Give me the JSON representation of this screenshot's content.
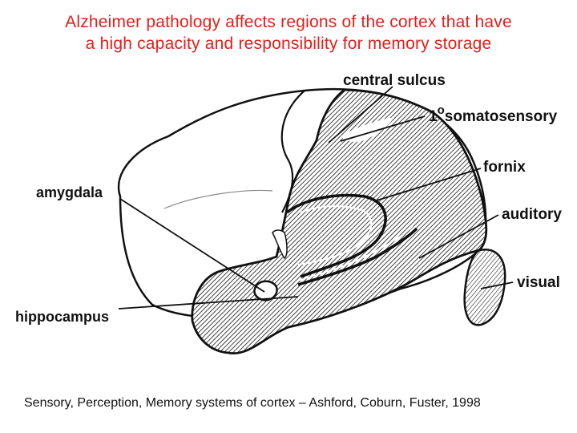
{
  "title": {
    "line1": "Alzheimer pathology affects regions of the cortex that have",
    "line2": "a high capacity and responsibility for memory storage"
  },
  "labels": {
    "central_sulcus": "central sulcus",
    "somatosensory_prefix": "1",
    "somatosensory_sup": "o",
    "somatosensory": "somatosensory",
    "fornix": "fornix",
    "auditory": "auditory",
    "visual": "visual",
    "amygdala": "amygdala",
    "hippocampus": "hippocampus"
  },
  "caption": "Sensory, Perception, Memory systems of cortex – Ashford, Coburn, Fuster, 1998",
  "colors": {
    "title": "#e0201b",
    "ink": "#111111"
  }
}
